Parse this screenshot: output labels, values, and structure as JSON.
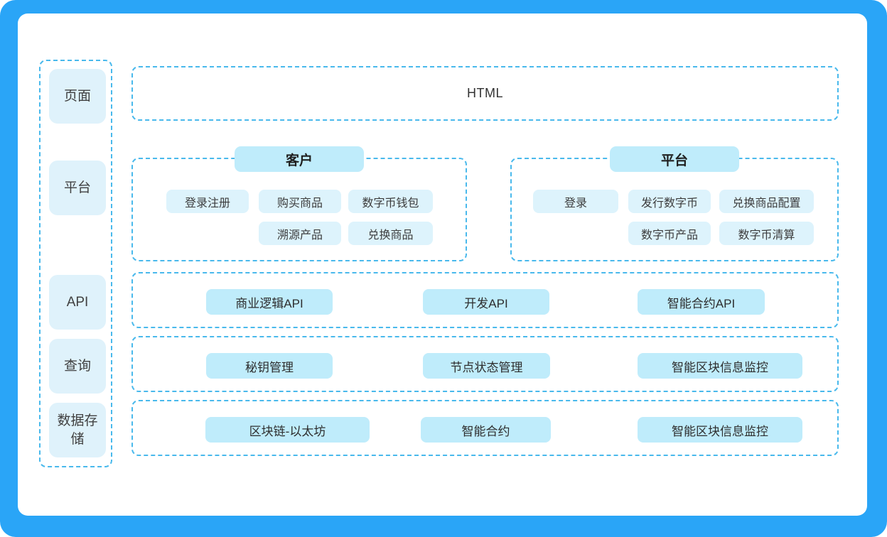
{
  "diagram": {
    "colors": {
      "frame": "#2AA5F7",
      "dashed_border": "#49B9EC",
      "pill_strong": "#BFECFB",
      "pill_light": "#DDF3FC",
      "sidebar_pill": "#DFF2FB"
    },
    "sidebar": {
      "items": [
        {
          "label": "页面"
        },
        {
          "label": "平台"
        },
        {
          "label": "API"
        },
        {
          "label": "查询"
        },
        {
          "label": "数据存储"
        }
      ]
    },
    "html_layer": {
      "label": "HTML"
    },
    "client_group": {
      "title": "客户",
      "row1": [
        "登录注册",
        "购买商品",
        "数字币钱包"
      ],
      "row2": [
        "溯源产品",
        "兑换商品"
      ]
    },
    "platform_group": {
      "title": "平台",
      "row1": [
        "登录",
        "发行数字币",
        "兑换商品配置"
      ],
      "row2": [
        "数字币产品",
        "数字币清算"
      ]
    },
    "api_layer": {
      "items": [
        "商业逻辑API",
        "开发API",
        "智能合约API"
      ]
    },
    "query_layer": {
      "items": [
        "秘钥管理",
        "节点状态管理",
        "智能区块信息监控"
      ]
    },
    "storage_layer": {
      "items": [
        "区块链-以太坊",
        "智能合约",
        "智能区块信息监控"
      ]
    }
  }
}
